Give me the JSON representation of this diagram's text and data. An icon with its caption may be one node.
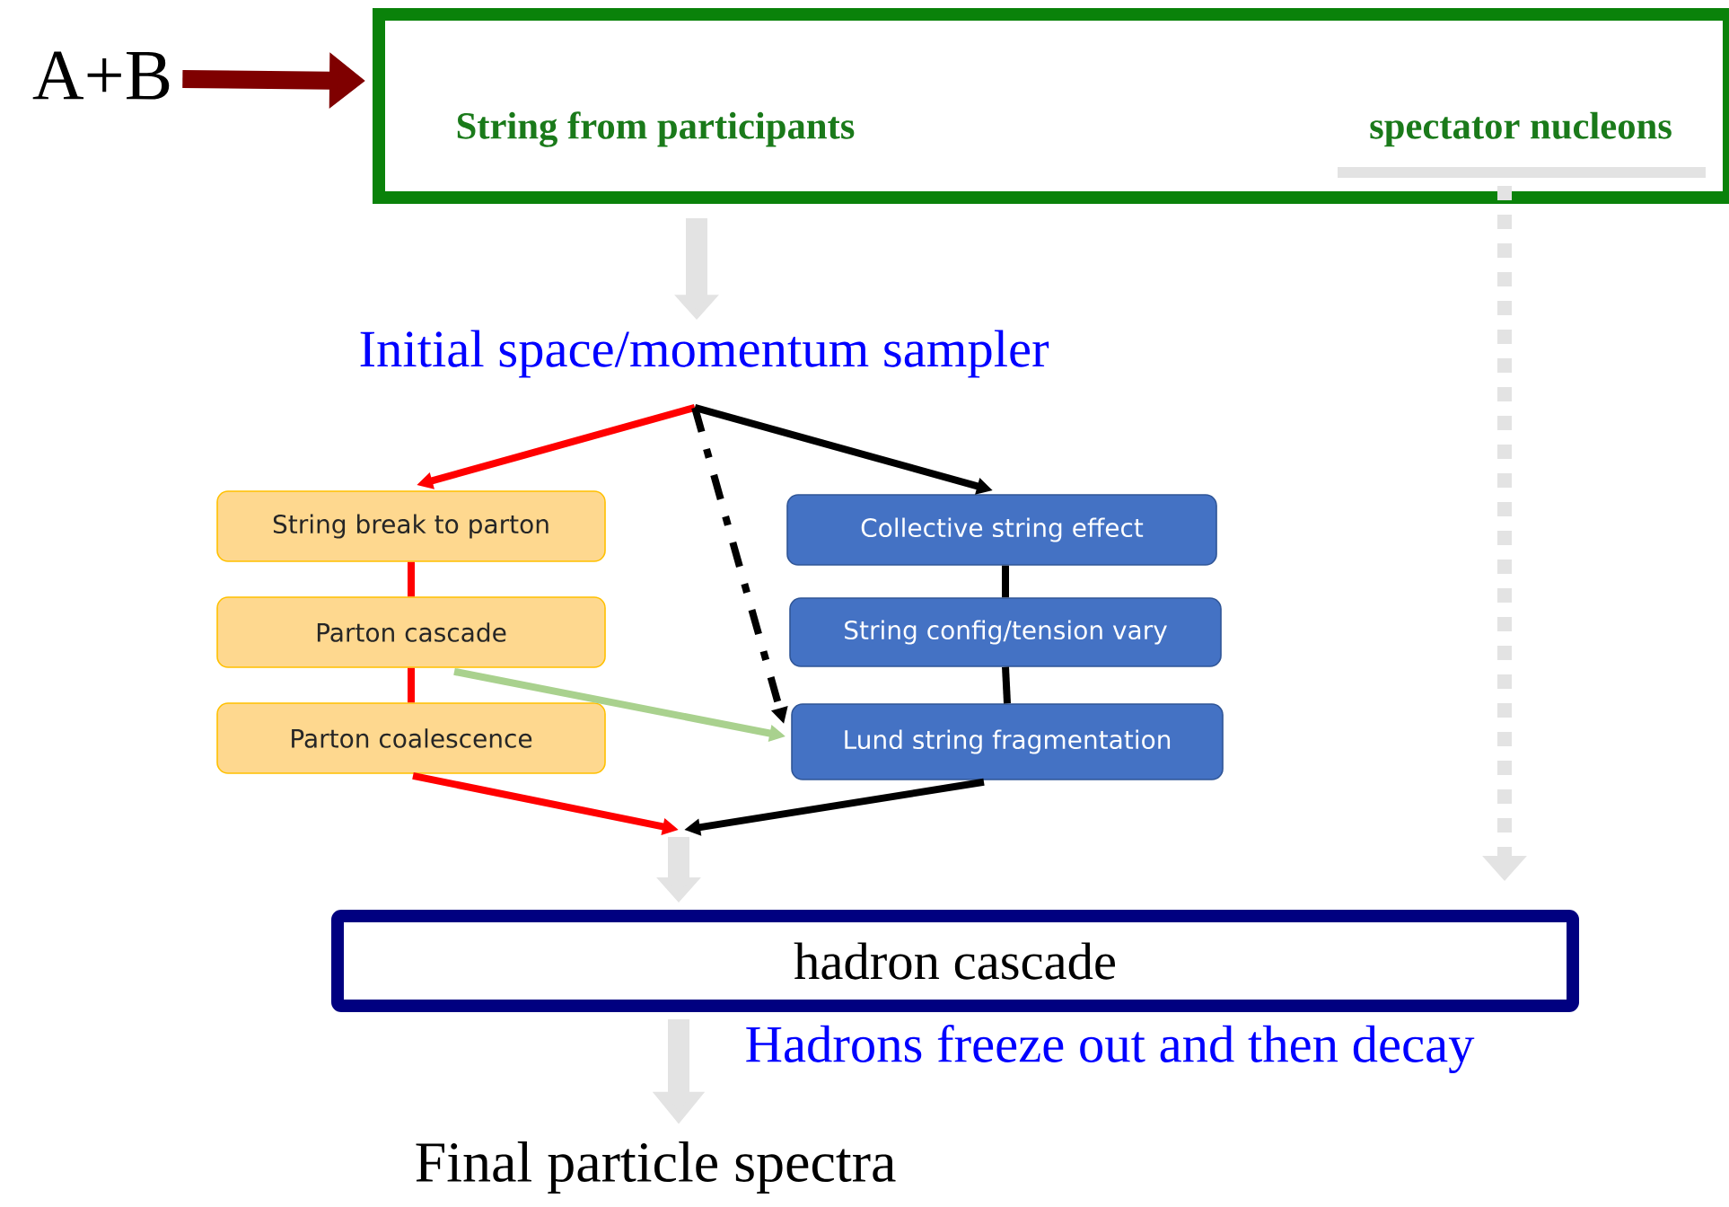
{
  "diagram": {
    "nodes": [
      {
        "text": [
          "A+B"
        ]
      },
      {
        "text": [
          "String from participants",
          "spectator nucleons"
        ]
      },
      {
        "text": [
          "Initial space/momentum sampler"
        ]
      },
      {
        "text": [
          "String break to parton"
        ]
      },
      {
        "text": [
          "Parton cascade"
        ]
      },
      {
        "text": [
          "Parton coalescence"
        ]
      },
      {
        "text": [
          "Collective string effect"
        ]
      },
      {
        "text": [
          "String config/tension vary"
        ]
      },
      {
        "text": [
          "Lund string fragmentation"
        ]
      },
      {
        "text": [
          "hadron cascade"
        ]
      },
      {
        "text": [
          "Final particle spectra"
        ]
      }
    ],
    "edges": [
      {
        "from": 0,
        "to": 1,
        "arrow": "to",
        "style": "thick",
        "color": "#7f0000"
      },
      {
        "from": 1,
        "to": 2,
        "arrow": "to",
        "style": "thick",
        "color": "#e3e3e3"
      },
      {
        "from": 2,
        "to": 3,
        "arrow": "to",
        "color": "#ff0000"
      },
      {
        "from": 2,
        "to": 6,
        "arrow": "to"
      },
      {
        "from": 2,
        "to": 8,
        "arrow": "to",
        "style": "dashed"
      },
      {
        "from": 3,
        "to": 4,
        "arrow": "none",
        "color": "#ff0000"
      },
      {
        "from": 4,
        "to": 5,
        "arrow": "none",
        "color": "#ff0000"
      },
      {
        "from": 6,
        "to": 7,
        "arrow": "none"
      },
      {
        "from": 7,
        "to": 8,
        "arrow": "none"
      },
      {
        "from": 4,
        "to": 8,
        "arrow": "to",
        "color": "#a9d18e"
      },
      {
        "from": 5,
        "to": null,
        "arrow": "to",
        "color": "#ff0000"
      },
      {
        "from": 8,
        "to": null,
        "arrow": "to"
      },
      {
        "from": null,
        "to": 9,
        "arrow": "to",
        "style": "thick",
        "color": "#e3e3e3"
      },
      {
        "from": 1,
        "to": 9,
        "arrow": "to",
        "style": "dashed",
        "color": "#e3e3e3"
      },
      {
        "from": 9,
        "to": 10,
        "arrow": "to",
        "style": "thick",
        "color": "#e3e3e3",
        "label": "Hadrons freeze out and then decay"
      }
    ]
  }
}
